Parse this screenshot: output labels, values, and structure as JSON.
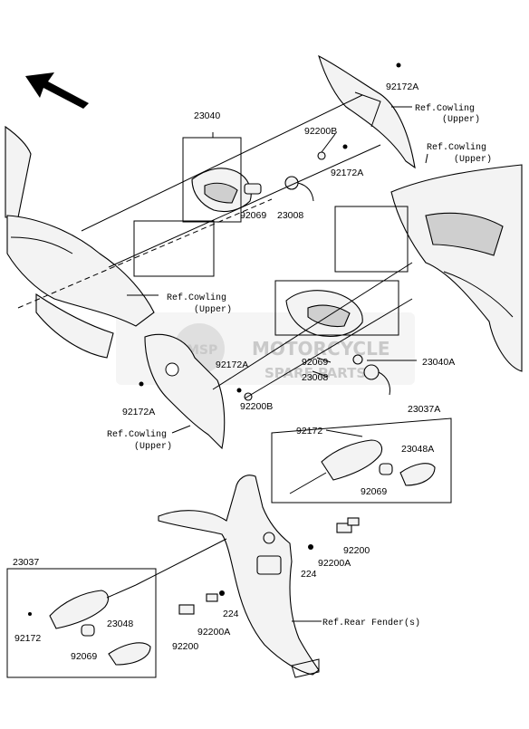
{
  "watermark": {
    "line1": "MOTORCYCLE",
    "line2": "SPARE PARTS",
    "badge": "MSP"
  },
  "refs": {
    "cowling_upper_a": {
      "line1": "Ref.Cowling",
      "line2": "(Upper)"
    },
    "cowling_upper_b": {
      "line1": "Ref.Cowling",
      "line2": "(Upper)"
    },
    "cowling_upper_c": {
      "line1": "Ref.Cowling",
      "line2": "(Upper)"
    },
    "cowling_upper_d": {
      "line1": "Ref.Cowling",
      "line2": "(Upper)"
    },
    "rear_fender": "Ref.Rear Fender(s)"
  },
  "parts": {
    "p23040": "23040",
    "p92200B_top": "92200B",
    "p92172A_top": "92172A",
    "p92172A_mid": "92172A",
    "p92069_top": "92069",
    "p23008_top": "23008",
    "p92172A_left1": "92172A",
    "p92172A_left2": "92172A",
    "p92200B_mid": "92200B",
    "p92069_mid": "92069",
    "p23008_mid": "23008",
    "p23040A": "23040A",
    "p23037A": "23037A",
    "p92172_right": "92172",
    "p23048A": "23048A",
    "p92069_right": "92069",
    "p92200_right": "92200",
    "p224_right": "224",
    "p92200A_right": "92200A",
    "p23037": "23037",
    "p92172_left": "92172",
    "p23048": "23048",
    "p92069_left": "92069",
    "p224_left": "224",
    "p92200A_left": "92200A",
    "p92200_left": "92200"
  }
}
